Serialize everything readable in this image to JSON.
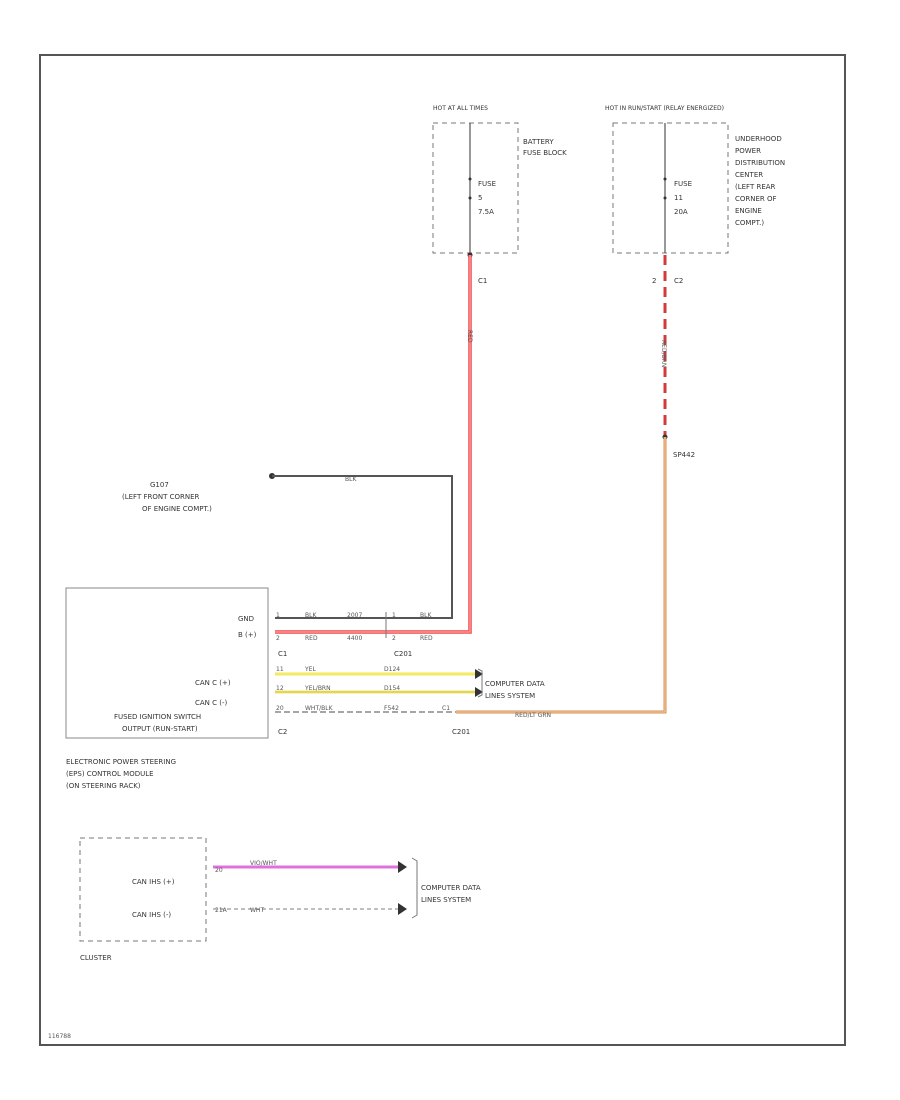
{
  "hot_at_all_times": "HOT AT ALL TIMES",
  "battery_fuse_block": [
    "BATTERY",
    "FUSE BLOCK"
  ],
  "fuse_left": {
    "label": "FUSE",
    "number": "5",
    "rating": "7.5A",
    "connector": "C1"
  },
  "hot_in_run_start": "HOT IN RUN/START (RELAY ENERGIZED)",
  "underhood_pdc": [
    "UNDERHOOD",
    "POWER",
    "DISTRIBUTION",
    "CENTER",
    "(LEFT REAR",
    "CORNER OF",
    "ENGINE",
    "COMPT.)"
  ],
  "fuse_right": {
    "label": "FUSE",
    "number": "11",
    "rating": "20A",
    "pin": "2",
    "connector": "C2"
  },
  "wire_red": "RED",
  "wire_red_brn": "RED/BRN",
  "splice_sp442": "SP442",
  "ground_g107": {
    "id": "G107",
    "desc": [
      "(LEFT FRONT CORNER",
      "OF ENGINE COMPT.)"
    ]
  },
  "wire_blk": "BLK",
  "eps_module": {
    "pins": [
      {
        "label": "GND",
        "num": "1",
        "color": "BLK",
        "mid": "2007",
        "pin2": "1",
        "color2": "BLK"
      },
      {
        "label": "B (+)",
        "num": "2",
        "color": "RED",
        "mid": "4400",
        "pin2": "2",
        "color2": "RED"
      }
    ],
    "connector_c1": "C1",
    "connector_c201": "C201",
    "can_pins": [
      {
        "label": "CAN C (+)",
        "num": "11",
        "color": "YEL",
        "circuit": "D124"
      },
      {
        "label": "CAN C (-)",
        "num": "12",
        "color": "YEL/BRN",
        "circuit": "D154"
      },
      {
        "label": "FUSED IGNITION SWITCH",
        "label2": "OUTPUT (RUN-START)",
        "num": "20",
        "color": "WHT/BLK",
        "circuit": "F542",
        "pin2": "C1"
      }
    ],
    "connector_c2": "C2",
    "connector_c201b": "C201",
    "red_brn_bottom": "RED/LT GRN",
    "computer_data_lines": [
      "COMPUTER DATA",
      "LINES SYSTEM"
    ],
    "name": [
      "ELECTRONIC POWER STEERING",
      "(EPS) CONTROL MODULE",
      "(ON STEERING RACK)"
    ]
  },
  "cluster": {
    "name": "CLUSTER",
    "pins": [
      {
        "label": "CAN IHS (+)",
        "num": "20",
        "color": "VIO/WHT"
      },
      {
        "label": "CAN IHS (-)",
        "num": "21A",
        "color": "WHT"
      }
    ],
    "computer_data_lines": [
      "COMPUTER DATA",
      "LINES SYSTEM"
    ]
  },
  "figure_id": "116788",
  "colors": {
    "red": "#f04848",
    "red_brn": "#c83c3c",
    "orange": "#d89050",
    "yellow": "#f2ea60",
    "violet": "#e070e0",
    "black": "#555555"
  }
}
